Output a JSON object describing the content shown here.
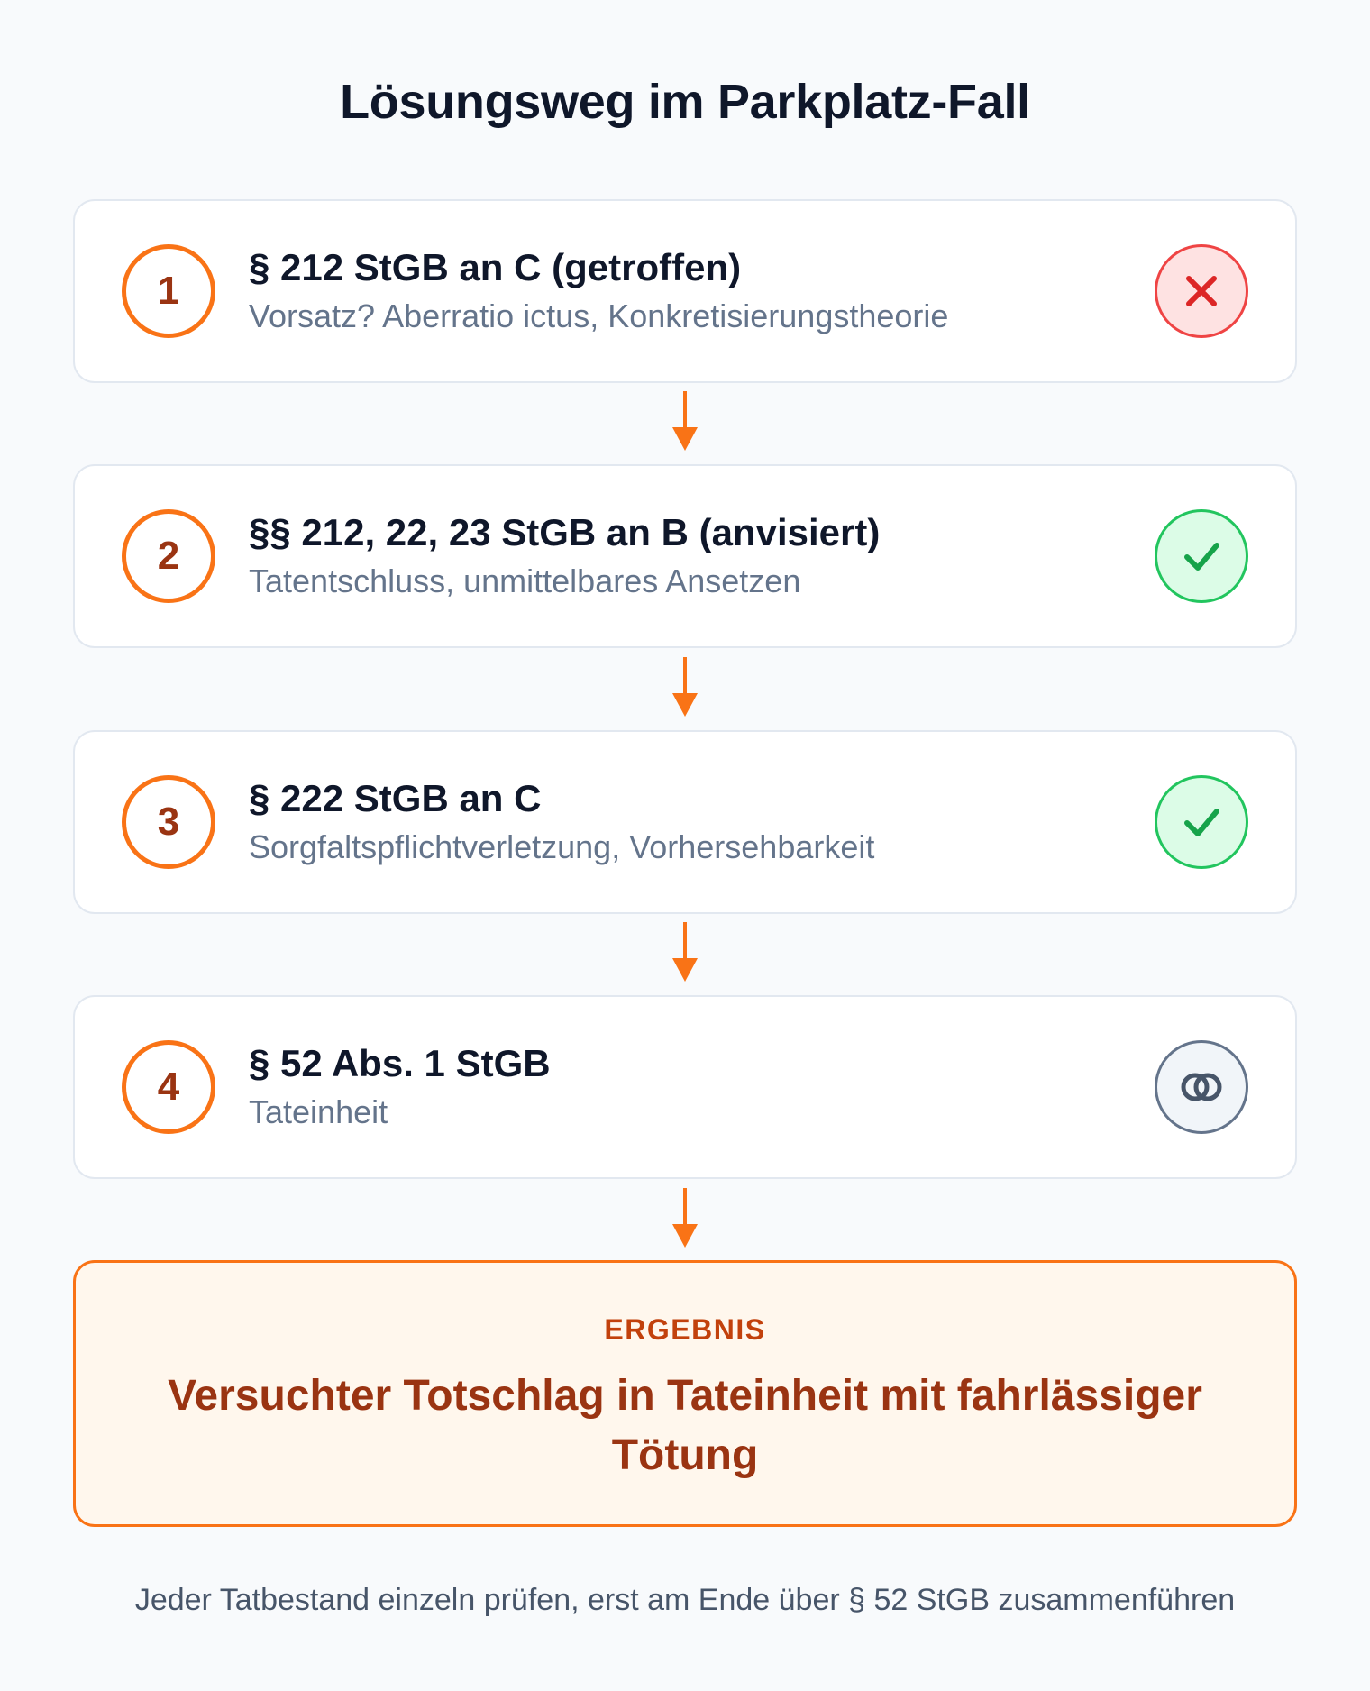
{
  "title": "Lösungsweg im Parkplatz-Fall",
  "steps": [
    {
      "number": "1",
      "title": "§ 212 StGB an C (getroffen)",
      "subtitle": "Vorsatz? Aberratio ictus, Konkretisierungstheorie",
      "status": "fail",
      "status_icon": "x-icon"
    },
    {
      "number": "2",
      "title": "§§ 212, 22, 23 StGB an B (anvisiert)",
      "subtitle": "Tatentschluss, unmittelbares Ansetzen",
      "status": "pass",
      "status_icon": "check-icon"
    },
    {
      "number": "3",
      "title": "§ 222 StGB an C",
      "subtitle": "Sorgfaltspflichtverletzung, Vorhersehbarkeit",
      "status": "pass",
      "status_icon": "check-icon"
    },
    {
      "number": "4",
      "title": "§ 52 Abs. 1 StGB",
      "subtitle": "Tateinheit",
      "status": "merge",
      "status_icon": "interlocked-rings-icon"
    }
  ],
  "result": {
    "label": "ERGEBNIS",
    "text": "Versuchter Totschlag in Tateinheit mit fahrlässiger Tötung"
  },
  "footer": "Jeder Tatbestand einzeln prüfen, erst am Ende über § 52 StGB zusammenführen",
  "colors": {
    "accent": "#f97316",
    "accent_dark": "#9a3412",
    "fail": "#ef4444",
    "pass": "#22c55e",
    "neutral": "#64748b"
  }
}
